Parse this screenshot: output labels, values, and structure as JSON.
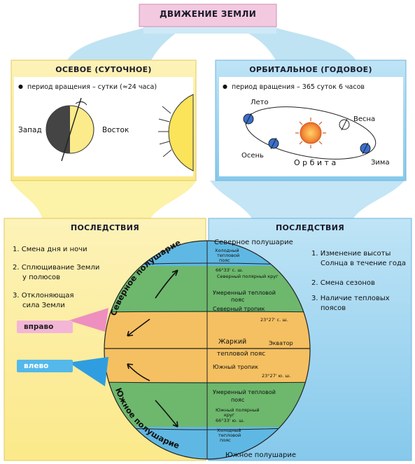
{
  "title": "ДВИЖЕНИЕ ЗЕМЛИ",
  "axial": {
    "header": "ОСЕВОЕ (СУТОЧНОЕ)",
    "period": "период вращения – сутки (≈24 часа)",
    "west": "Запад",
    "east": "Восток"
  },
  "orbital": {
    "header": "ОРБИТАЛЬНОЕ (ГОДОВОЕ)",
    "period": "период вращения – 365 суток 6 часов",
    "summer": "Лето",
    "spring": "Весна",
    "autumn": "Осень",
    "winter": "Зима",
    "orbit": "О р б и т а"
  },
  "left_consequences": {
    "header": "ПОСЛЕДСТВИЯ",
    "items": [
      "1. Смена дня и ночи",
      "2. Сплющивание Земли",
      "у полюсов",
      "3. Отклоняющая",
      "сила Земли"
    ],
    "right_label": "вправо",
    "left_label": "влево",
    "north_hemisphere": "Северное полушарие",
    "south_hemisphere": "Южное полушарие"
  },
  "right_consequences": {
    "header": "ПОСЛЕДСТВИЯ",
    "north_hemisphere": "Северное полушарие",
    "south_hemisphere": "Южное полушарие",
    "items": [
      "1. Изменение высоты",
      "Солнца в течение года",
      "2. Смена сезонов",
      "3. Наличие тепловых",
      "поясов"
    ]
  },
  "zones": {
    "cold_n_1": "Холодный",
    "cold_n_2": "тепловой",
    "cold_n_3": "пояс",
    "polar_n": "66°33' с. ш.",
    "arctic": "Северный полярный круг",
    "temperate_n_1": "Умеренный тепловой",
    "temperate_n_2": "пояс",
    "tropic_n": "Северный тропик",
    "tropic_n_lat": "23°27' с. ш.",
    "hot": "Жаркий",
    "equator": "Экватор",
    "hot_2": "тепловой пояс",
    "tropic_s": "Южный тропик",
    "tropic_s_lat": "23°27' ю. ш.",
    "temperate_s_1": "Умеренный тепловой",
    "temperate_s_2": "пояс",
    "antarctic": "Южный полярный",
    "antarctic_2": "круг",
    "polar_s": "66°33' ю. ш.",
    "cold_s_1": "Холодный",
    "cold_s_2": "тепловой",
    "cold_s_3": "пояс"
  },
  "colors": {
    "pink": "#f2c6df",
    "yellow_box": "#fbeea0",
    "blue_box": "#9fd4ef",
    "green_zone": "#6db86d",
    "orange_zone": "#f5c061",
    "blue_cap": "#5fb8e3"
  }
}
